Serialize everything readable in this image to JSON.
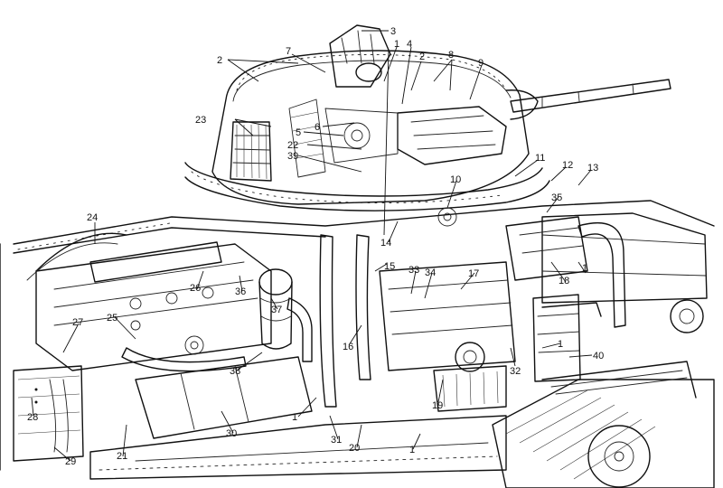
{
  "callouts": [
    {
      "id": "c1a",
      "text": "1"
    },
    {
      "id": "c1b",
      "text": "1"
    },
    {
      "id": "c1c",
      "text": "1"
    },
    {
      "id": "c1d",
      "text": "1"
    },
    {
      "id": "c1e",
      "text": "1"
    },
    {
      "id": "c2a",
      "text": "2"
    },
    {
      "id": "c2b",
      "text": "2"
    },
    {
      "id": "c3",
      "text": "3"
    },
    {
      "id": "c4",
      "text": "4"
    },
    {
      "id": "c5",
      "text": "5"
    },
    {
      "id": "c6",
      "text": "6"
    },
    {
      "id": "c7",
      "text": "7"
    },
    {
      "id": "c8",
      "text": "8"
    },
    {
      "id": "c9",
      "text": "9"
    },
    {
      "id": "c10",
      "text": "10"
    },
    {
      "id": "c11",
      "text": "11"
    },
    {
      "id": "c12",
      "text": "12"
    },
    {
      "id": "c13",
      "text": "13"
    },
    {
      "id": "c14",
      "text": "14"
    },
    {
      "id": "c15",
      "text": "15"
    },
    {
      "id": "c16",
      "text": "16"
    },
    {
      "id": "c17",
      "text": "17"
    },
    {
      "id": "c18",
      "text": "18"
    },
    {
      "id": "c19",
      "text": "19"
    },
    {
      "id": "c20",
      "text": "20"
    },
    {
      "id": "c21",
      "text": "21"
    },
    {
      "id": "c22",
      "text": "22"
    },
    {
      "id": "c23",
      "text": "23"
    },
    {
      "id": "c24",
      "text": "24"
    },
    {
      "id": "c25",
      "text": "25"
    },
    {
      "id": "c26",
      "text": "26"
    },
    {
      "id": "c27",
      "text": "27"
    },
    {
      "id": "c28",
      "text": "28"
    },
    {
      "id": "c29",
      "text": "29"
    },
    {
      "id": "c30",
      "text": "30"
    },
    {
      "id": "c31",
      "text": "31"
    },
    {
      "id": "c32",
      "text": "32"
    },
    {
      "id": "c33",
      "text": "33"
    },
    {
      "id": "c34",
      "text": "34"
    },
    {
      "id": "c35",
      "text": "35"
    },
    {
      "id": "c36",
      "text": "36"
    },
    {
      "id": "c37",
      "text": "37"
    },
    {
      "id": "c38",
      "text": "38"
    },
    {
      "id": "c39",
      "text": "39"
    },
    {
      "id": "c40",
      "text": "40"
    }
  ],
  "colors": {
    "ink": "#111111",
    "paper": "#ffffff"
  }
}
